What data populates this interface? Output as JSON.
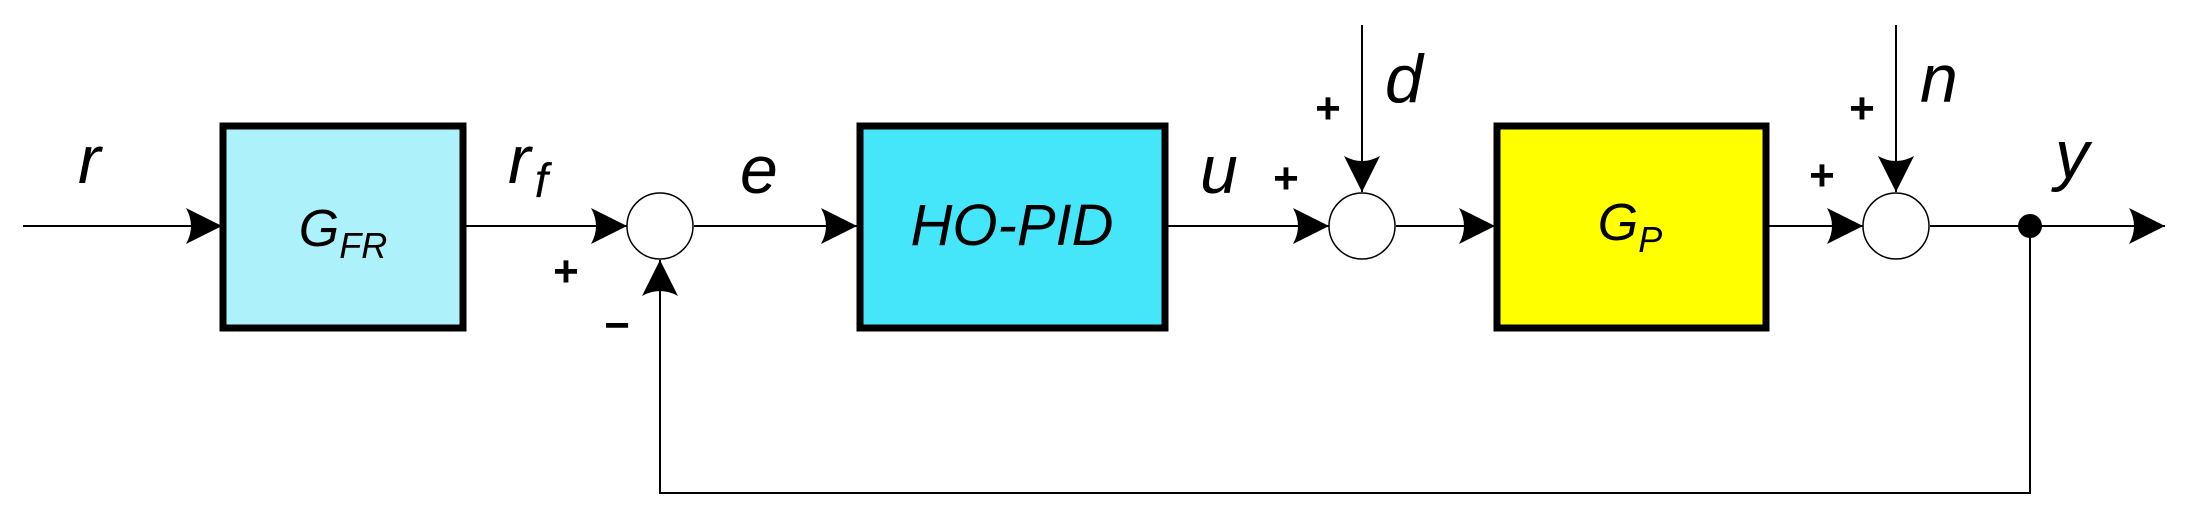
{
  "blocks": {
    "feedforward": {
      "main": "G",
      "sub": "FR",
      "color": "#adf2fb"
    },
    "controller": {
      "text": "HO-PID",
      "color": "#45e6fa"
    },
    "plant": {
      "main": "G",
      "sub": "P",
      "color": "#ffff00"
    }
  },
  "signals": {
    "reference": "r",
    "filtered_reference_main": "r",
    "filtered_reference_sub": "f",
    "error": "e",
    "control": "u",
    "disturbance": "d",
    "noise": "n",
    "output": "y"
  },
  "signs": {
    "sum1_plus": "+",
    "sum1_minus": "−",
    "sum2_plus_left": "+",
    "sum2_plus_top": "+",
    "sum3_plus_left": "+",
    "sum3_plus_top": "+"
  }
}
